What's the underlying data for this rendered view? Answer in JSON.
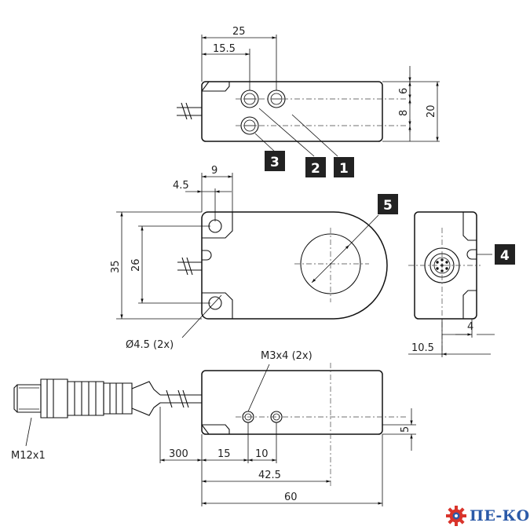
{
  "dimensions": {
    "top_width": "25",
    "top_offset": "15.5",
    "top_h1": "6",
    "top_h2": "8",
    "top_height": "20",
    "mid_w1": "9",
    "mid_w2": "4.5",
    "mid_height": "35",
    "mid_hole_spacing": "26",
    "side_h": "4",
    "side_w": "10.5",
    "bot_h": "5",
    "bot_cable": "300",
    "bot_d1": "15",
    "bot_d2": "10",
    "bot_d3": "42.5",
    "bot_length": "60"
  },
  "labels": {
    "hole": "Ø4.5 (2x)",
    "thread": "M3x4 (2x)",
    "connector": "M12x1"
  },
  "badges": {
    "b1": "1",
    "b2": "2",
    "b3": "3",
    "b4": "4",
    "b5": "5"
  },
  "logo": {
    "text": "ПЕ-КО",
    "gear_icon": "gear-icon",
    "colors": {
      "gear": "#d9342b",
      "text": "#2b5aa8"
    }
  }
}
